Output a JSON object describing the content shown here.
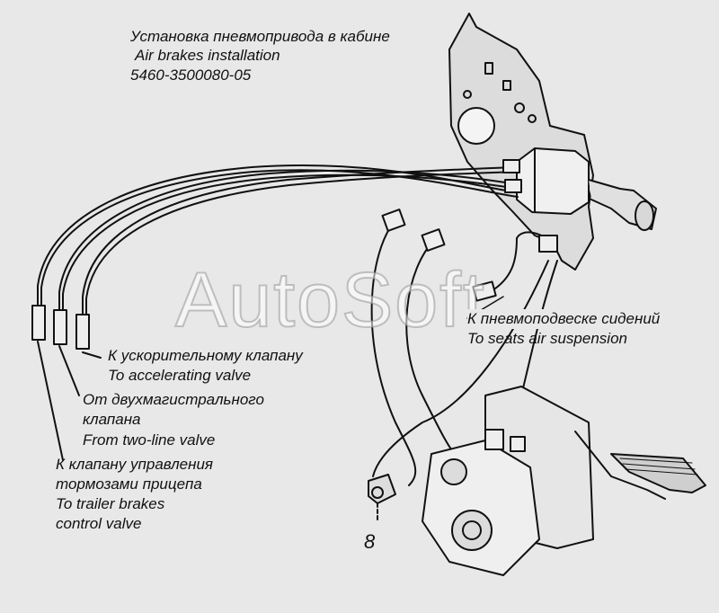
{
  "title": {
    "line1": "Установка пневмопривода в кабине",
    "line2": "Air brakes installation",
    "line3": "5460-3500080-05"
  },
  "watermark": "AutoSoft",
  "labels": {
    "seats_ru": "К пневмоподвеске сидений",
    "seats_en": "To seats air suspension",
    "accel_ru": "К ускорительному клапану",
    "accel_en": "To accelerating valve",
    "twoline_ru1": "От двухмагистрального",
    "twoline_ru2": "клапана",
    "twoline_en": "From two-line valve",
    "trailer_ru1": "К клапану управления",
    "trailer_ru2": "тормозами прицепа",
    "trailer_en1": "To trailer brakes",
    "trailer_en2": "control valve"
  },
  "callout_number": "8"
}
